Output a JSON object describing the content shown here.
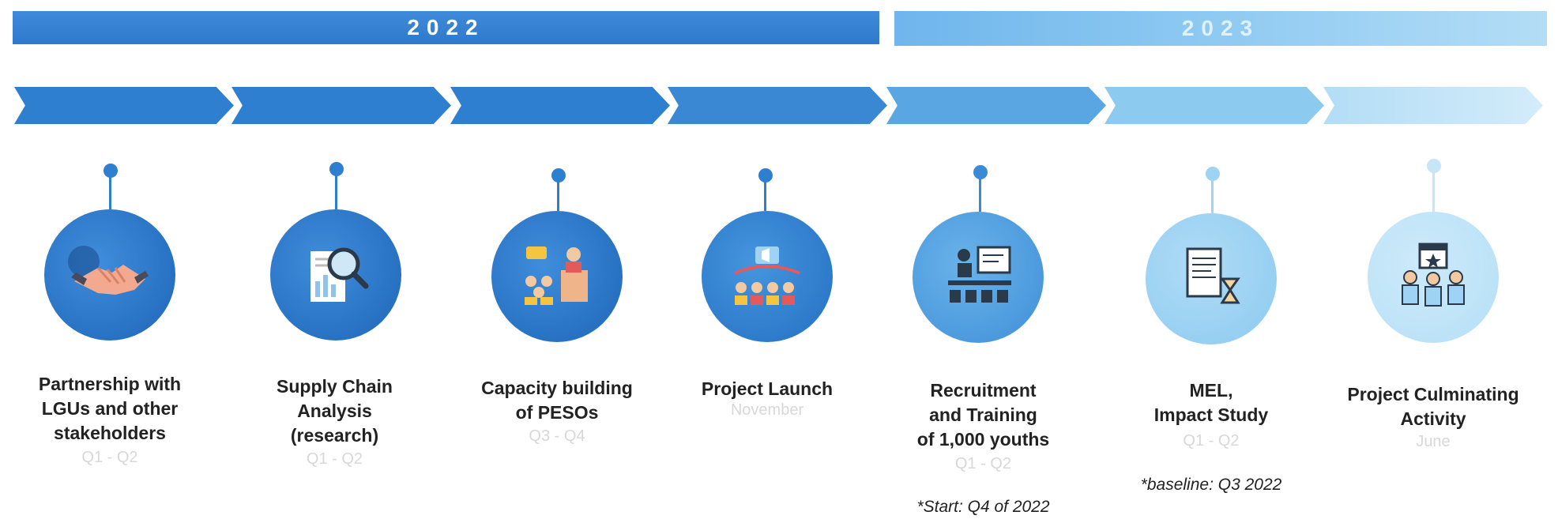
{
  "years": {
    "y2022": "2022",
    "y2023": "2023"
  },
  "colors": {
    "dark_blue": "#2f7fd0",
    "light_blue": "#8ccaf0",
    "pale_blue": "#b9e1f6"
  },
  "steps": [
    {
      "icon": "handshake-icon",
      "lines": [
        "Partnership with",
        "LGUs and other",
        "stakeholders"
      ],
      "period": "Q1 - Q2"
    },
    {
      "icon": "magnifier-chart-icon",
      "lines": [
        "Supply Chain",
        "Analysis",
        "(research)"
      ],
      "period": "Q1 - Q2"
    },
    {
      "icon": "presentation-audience-icon",
      "lines": [
        "Capacity building",
        "of PESOs"
      ],
      "period": "Q3 - Q4"
    },
    {
      "icon": "megaphone-launch-icon",
      "lines": [
        "Project Launch"
      ],
      "period": "November"
    },
    {
      "icon": "training-board-icon",
      "lines": [
        "Recruitment",
        "and Training",
        "of 1,000 youths"
      ],
      "period": "Q1 - Q2",
      "note": "*Start: Q4 of 2022"
    },
    {
      "icon": "document-hourglass-icon",
      "lines": [
        "MEL,",
        "Impact Study"
      ],
      "period": "Q1 - Q2",
      "note": "*baseline: Q3 2022"
    },
    {
      "icon": "calendar-team-icon",
      "lines": [
        "Project Culminating",
        "Activity"
      ],
      "period": "June"
    }
  ]
}
